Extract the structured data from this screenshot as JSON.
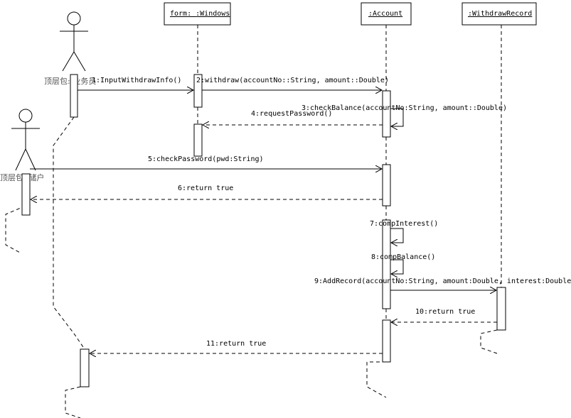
{
  "objects": {
    "windows": ":Windows",
    "windows_prefix": "form",
    "account": ":Account",
    "withdraw_record": ":WithdrawRecord"
  },
  "actors": {
    "teller": "顶层包::业务员",
    "customer": "顶层包::储户"
  },
  "messages": [
    "1:InputWithdrawInfo()",
    "2:withdraw(accountNo::String, amount::Double)",
    "3:checkBalance(accountNo:String, amount::Double)",
    "4:requestPassword()",
    "5:checkPassword(pwd:String)",
    "6:return true",
    "7:compInterest()",
    "8:compBalance()",
    "9:AddRecord(accountNo:String, amount:Double, interest:Double)",
    "10:return true",
    "11:return true"
  ]
}
